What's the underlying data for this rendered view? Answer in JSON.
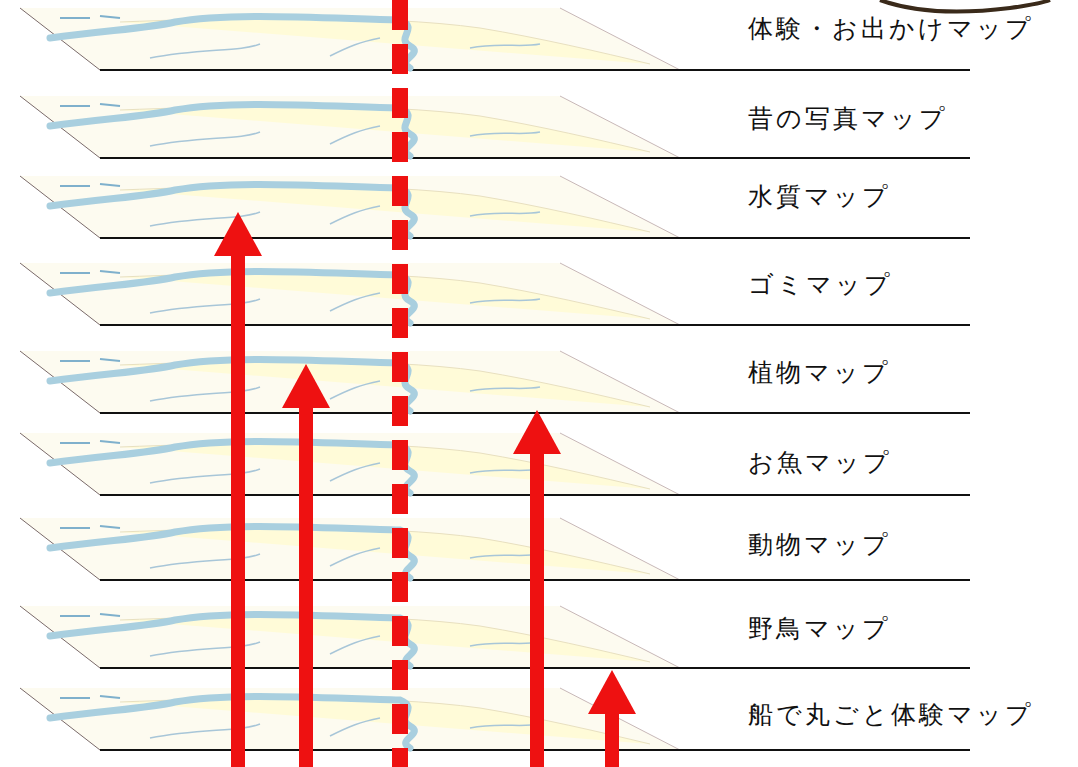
{
  "diagram": {
    "labels": [
      "体験・お出かけマップ",
      "昔の写真マップ",
      "水質マップ",
      "ゴミマップ",
      "植物マップ",
      "お魚マップ",
      "動物マップ",
      "野鳥マップ",
      "船で丸ごと体験マップ"
    ]
  }
}
